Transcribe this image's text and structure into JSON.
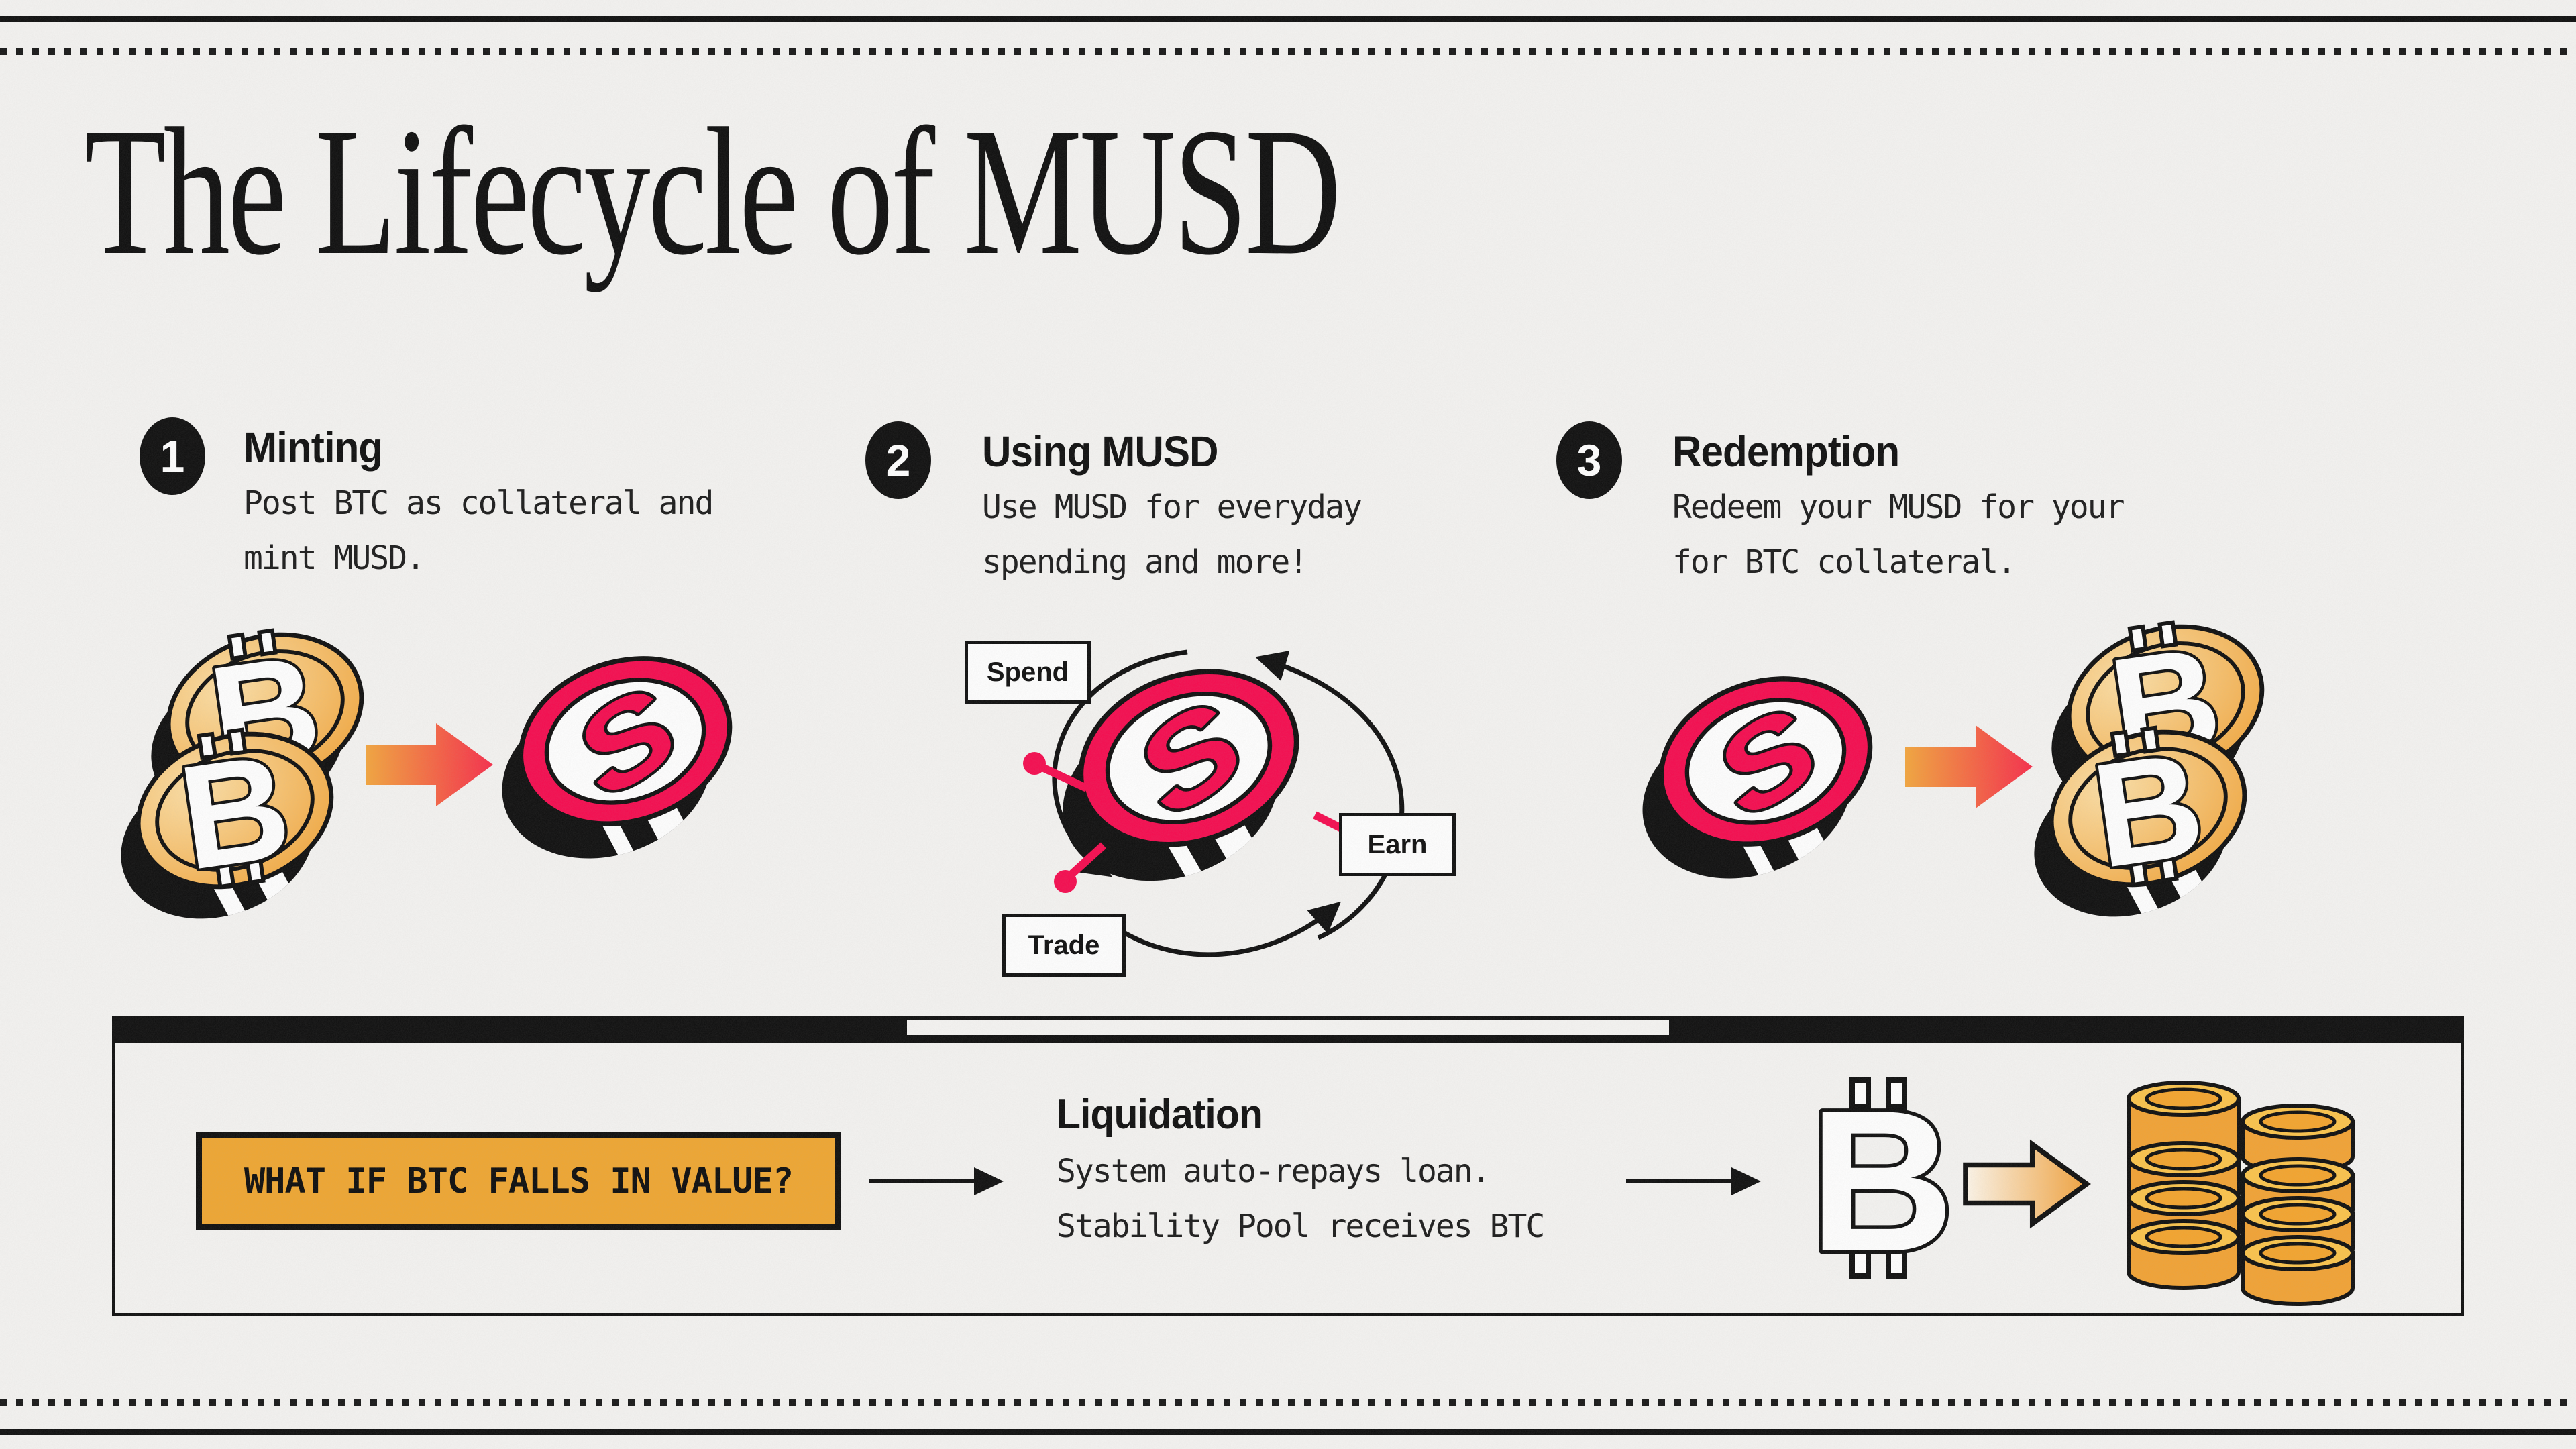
{
  "header": {
    "title": "The Lifecycle of MUSD"
  },
  "steps": [
    {
      "number": "1",
      "title": "Minting",
      "line1": "Post BTC as collateral and",
      "line2": "mint MUSD."
    },
    {
      "number": "2",
      "title": "Using MUSD",
      "line1": "Use MUSD for everyday",
      "line2": "spending and more!"
    },
    {
      "number": "3",
      "title": "Redemption",
      "line1": "Redeem your MUSD for your",
      "line2": "for BTC collateral."
    }
  ],
  "cycle_labels": {
    "spend": "Spend",
    "earn": "Earn",
    "trade": "Trade"
  },
  "liquidation": {
    "question": "WHAT IF BTC FALLS IN VALUE?",
    "title": "Liquidation",
    "line1": "System auto-repays loan.",
    "line2": "Stability Pool receives BTC"
  },
  "icons": {
    "btc_glyph": "B",
    "musd_glyph": "S"
  },
  "colors": {
    "background": "#f4f3f1",
    "ink": "#0d0d0d",
    "musd_pink": "#f50a4e",
    "btc_orange": "#f19c29",
    "question_box_orange": "#efa630"
  }
}
